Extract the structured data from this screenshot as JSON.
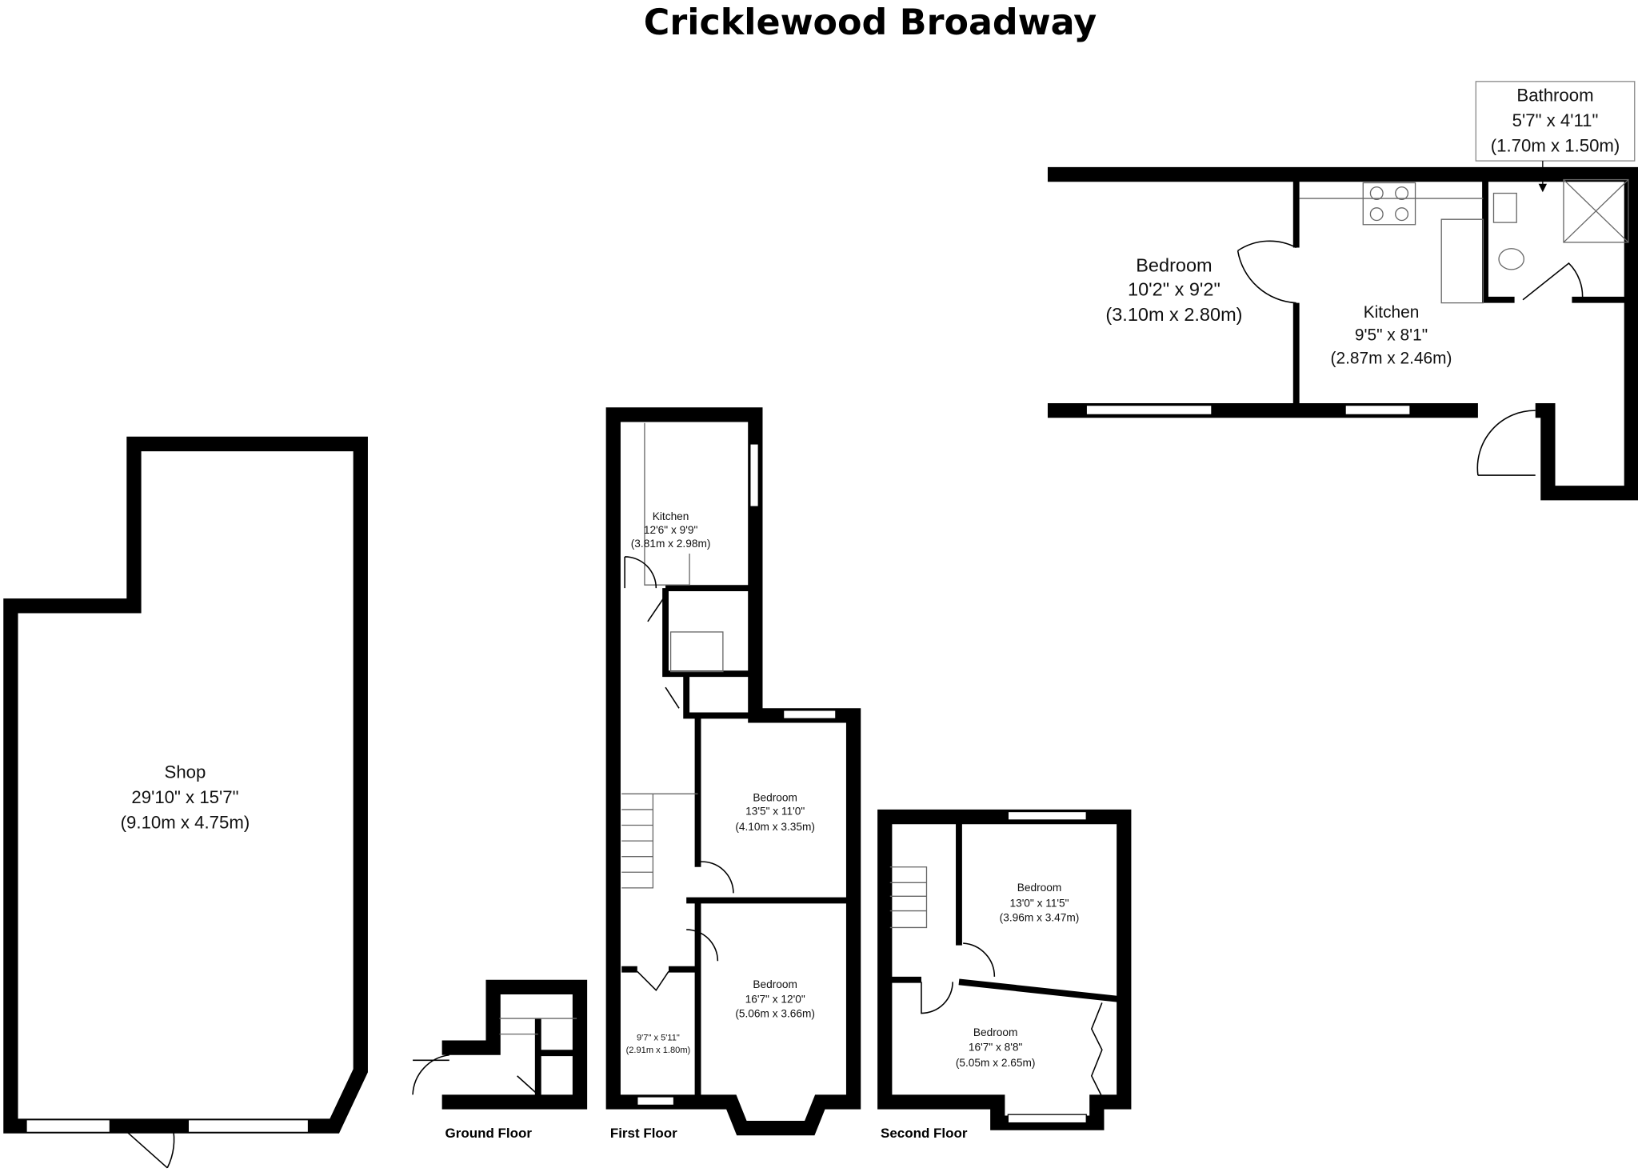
{
  "title": "Cricklewood Broadway",
  "floors": {
    "ground": "Ground Floor",
    "first": "First Floor",
    "second": "Second Floor"
  },
  "rooms": {
    "shop": {
      "name": "Shop",
      "imperial": "29'10\" x 15'7\"",
      "metric": "(9.10m x 4.75m)"
    },
    "first_kitchen": {
      "name": "Kitchen",
      "imperial": "12'6\" x 9'9\"",
      "metric": "(3.81m x 2.98m)"
    },
    "first_bedroom_1": {
      "name": "Bedroom",
      "imperial": "13'5\" x 11'0\"",
      "metric": "(4.10m x 3.35m)"
    },
    "first_bedroom_2": {
      "name": "Bedroom",
      "imperial": "16'7\" x 12'0\"",
      "metric": "(5.06m x 3.66m)"
    },
    "first_small_room": {
      "imperial": "9'7\" x 5'11\"",
      "metric": "(2.91m x 1.80m)"
    },
    "second_bedroom_1": {
      "name": "Bedroom",
      "imperial": "13'0\" x 11'5\"",
      "metric": "(3.96m x 3.47m)"
    },
    "second_bedroom_2": {
      "name": "Bedroom",
      "imperial": "16'7\" x 8'8\"",
      "metric": "(5.05m x 2.65m)"
    },
    "annex_bedroom": {
      "name": "Bedroom",
      "imperial": "10'2\" x 9'2\"",
      "metric": "(3.10m x 2.80m)"
    },
    "annex_kitchen": {
      "name": "Kitchen",
      "imperial": "9'5\" x 8'1\"",
      "metric": "(2.87m x 2.46m)"
    },
    "annex_bathroom": {
      "name": "Bathroom",
      "imperial": "5'7\" x 4'11\"",
      "metric": "(1.70m x 1.50m)"
    }
  }
}
